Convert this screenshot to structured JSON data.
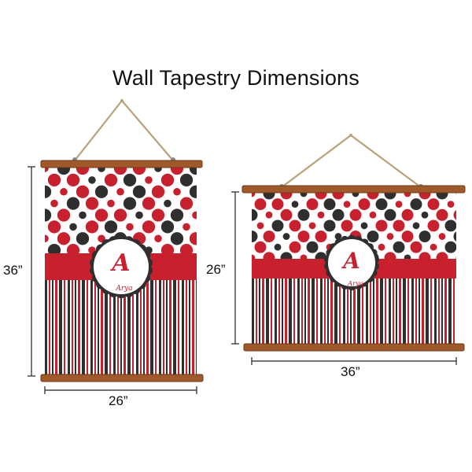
{
  "page": {
    "title": "Wall Tapestry Dimensions"
  },
  "colors": {
    "red": "#c8202c",
    "black": "#2f2f2f",
    "wood": "#a05a2a",
    "wood_dark": "#6e3a16",
    "rope": "#b9a27a",
    "white": "#ffffff"
  },
  "tapestries": [
    {
      "orientation": "portrait",
      "height_label": "36”",
      "width_label": "26”",
      "monogram_letter": "A",
      "monogram_name": "Arya"
    },
    {
      "orientation": "landscape",
      "height_label": "26”",
      "width_label": "36”",
      "monogram_letter": "A",
      "monogram_name": "Arya"
    }
  ]
}
